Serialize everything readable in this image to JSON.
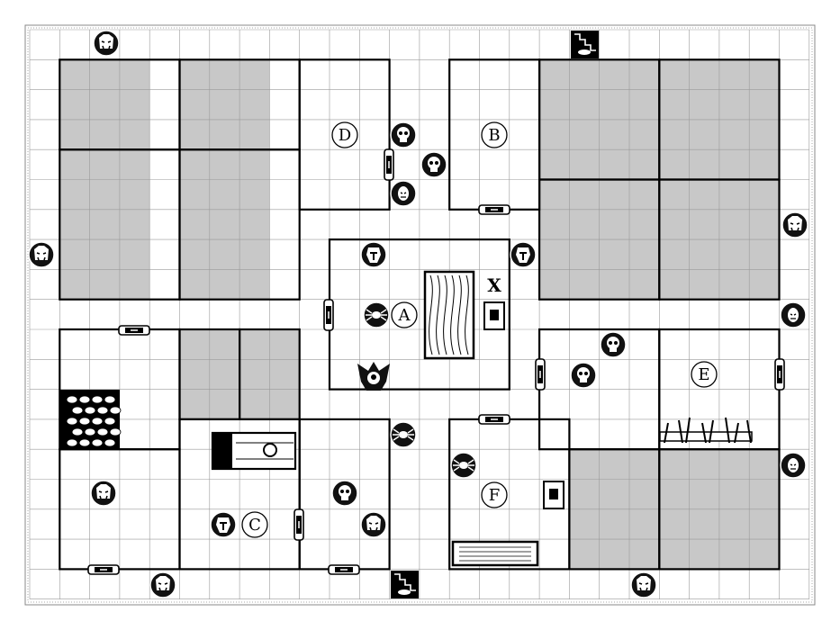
{
  "board": {
    "room_labels": {
      "A": "A",
      "B": "B",
      "C": "C",
      "D": "D",
      "E": "E",
      "F": "F"
    },
    "marker_x": "X"
  },
  "colors": {
    "grid_line": "#9a9a9a",
    "wall": "#000000",
    "blocked_fill": "#c8c8c8",
    "floor": "#ffffff",
    "token": "#111111"
  },
  "legend_icons": [
    "orc-icon",
    "skull-icon",
    "goblin-icon",
    "spider-icon",
    "chaos-warrior-icon",
    "fimir-icon",
    "door-icon",
    "stairway-icon",
    "table-icon",
    "chest-icon",
    "weapons-rack-icon",
    "rubble-icon",
    "rock-fall-icon",
    "gargoyle-icon"
  ]
}
